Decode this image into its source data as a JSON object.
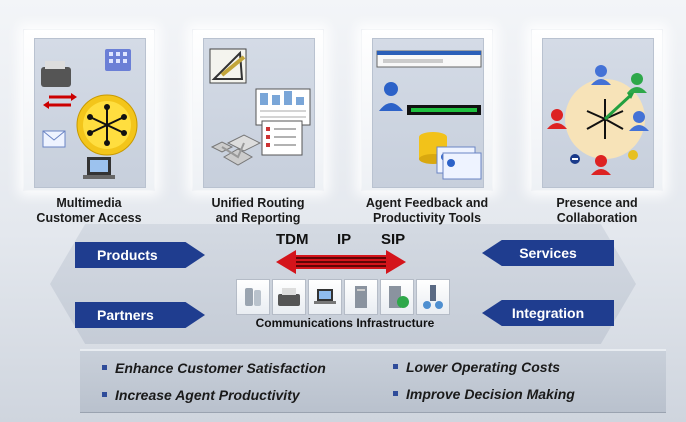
{
  "panels": [
    {
      "line1": "Multimedia",
      "line2": "Customer Access",
      "icon": "multimedia-hub-icon"
    },
    {
      "line1": "Unified Routing",
      "line2": "and Reporting",
      "icon": "routing-reporting-icon"
    },
    {
      "line1": "Agent Feedback and",
      "line2": "Productivity Tools",
      "icon": "agent-tools-icon"
    },
    {
      "line1": "Presence and",
      "line2": "Collaboration",
      "icon": "presence-collaboration-icon"
    }
  ],
  "tags": {
    "products": "Products",
    "services": "Services",
    "partners": "Partners",
    "integration": "Integration"
  },
  "protocols": {
    "tdm": "TDM",
    "ip": "IP",
    "sip": "SIP"
  },
  "infrastructure": {
    "label": "Communications Infrastructure",
    "icons": [
      "phone-icon",
      "fax-icon",
      "laptop-icon",
      "server-icon",
      "gateway-icon",
      "network-icon"
    ]
  },
  "benefits": {
    "b1": "Enhance Customer Satisfaction",
    "b2": "Lower Operating Costs",
    "b3": "Increase Agent Productivity",
    "b4": "Improve Decision Making"
  },
  "colors": {
    "tag_blue": "#1f3d8f",
    "arrow_red": "#d4141b"
  }
}
